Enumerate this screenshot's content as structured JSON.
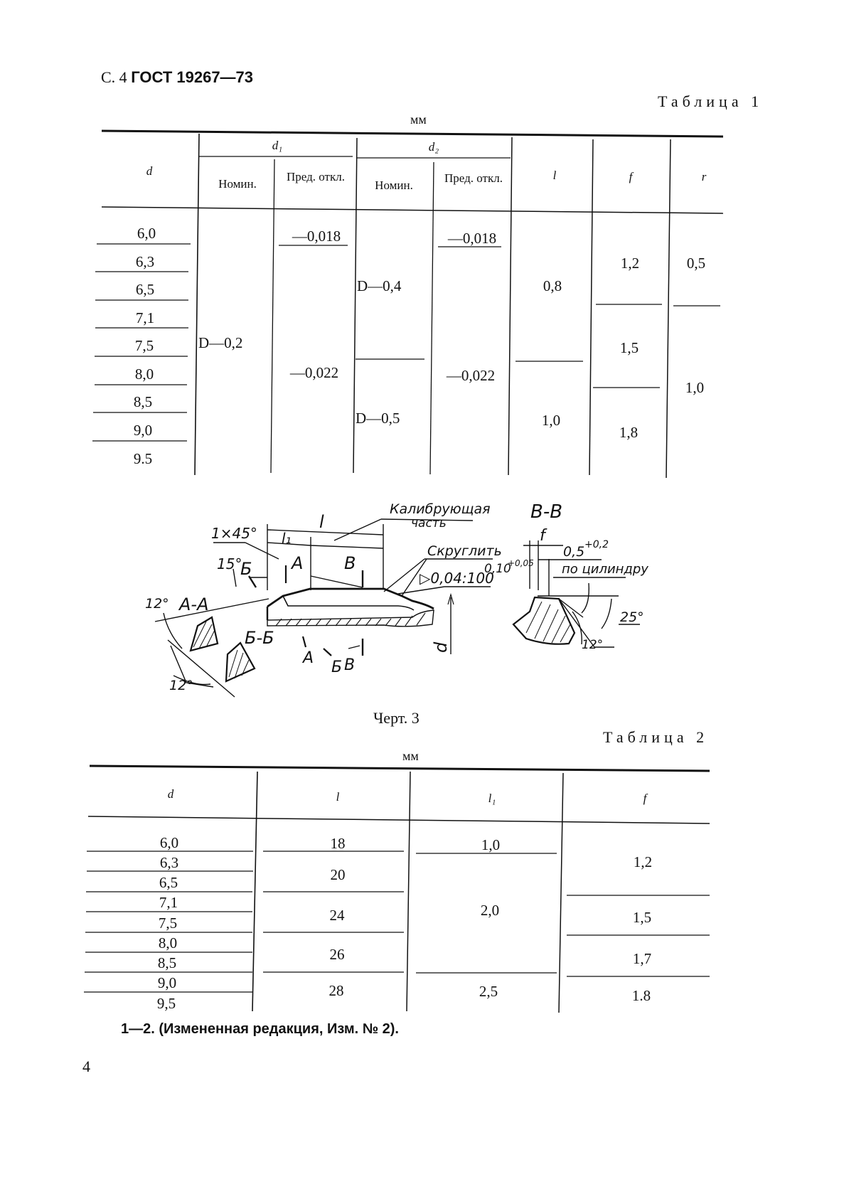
{
  "header": {
    "prefix": "С. 4",
    "standard": "ГОСТ 19267—73"
  },
  "table1": {
    "caption": "Таблица 1",
    "unit": "мм",
    "headers": {
      "d": "d",
      "d1": "d₁",
      "d2": "d₂",
      "nom": "Номин.",
      "dev": "Пред. откл.",
      "l": "l",
      "f": "f",
      "r": "r"
    },
    "rows_d": [
      "6,0",
      "6,3",
      "6,5",
      "7,1",
      "7,5",
      "8,0",
      "8,5",
      "9,0",
      "9.5"
    ],
    "d1_nom": "D—0,2",
    "d1_dev": [
      "—0,018",
      "—0,022"
    ],
    "d2_nom": [
      "D—0,4",
      "D—0,5"
    ],
    "d2_dev": [
      "—0,018",
      "—0,022"
    ],
    "l": [
      "0,8",
      "1,0"
    ],
    "f": [
      "1,2",
      "1,5",
      "1,8"
    ],
    "r": [
      "0,5",
      "1,0"
    ]
  },
  "figure": {
    "caption": "Черт. 3",
    "labels": {
      "calib": "Калибрующая",
      "calib2": "часть",
      "round": "Скруглить",
      "l": "l",
      "l1": "l₁",
      "chamfer": "1×45°",
      "a15": "15°",
      "b_mark": "Б",
      "a_mark": "A",
      "v_mark": "В",
      "aa": "A-A",
      "bb": "Б-Б",
      "a12a": "12°",
      "a12b": "12°",
      "a12c": "12°",
      "a25": "25°",
      "taper": "▷0,04:100",
      "d": "d",
      "vv": "В-В",
      "f": "f",
      "tol05": "0,5",
      "tol05sup": "+0,2",
      "tol010": "0,10",
      "tol010sup": "+0,05",
      "cyl": "по цилиндру"
    }
  },
  "table2": {
    "caption": "Таблица 2",
    "unit": "мм",
    "headers": {
      "d": "d",
      "l": "l",
      "l1": "l₁",
      "f": "f"
    },
    "rows_d": [
      "6,0",
      "6,3",
      "6,5",
      "7,1",
      "7,5",
      "8,0",
      "8,5",
      "9,0",
      "9,5"
    ],
    "l": [
      "18",
      "20",
      "24",
      "26",
      "28"
    ],
    "l1": [
      "1,0",
      "2,0",
      "2,5"
    ],
    "f": [
      "1,2",
      "1,5",
      "1,7",
      "1.8"
    ]
  },
  "footnote": "1—2. (Измененная редакция, Изм. № 2).",
  "page_number": "4"
}
